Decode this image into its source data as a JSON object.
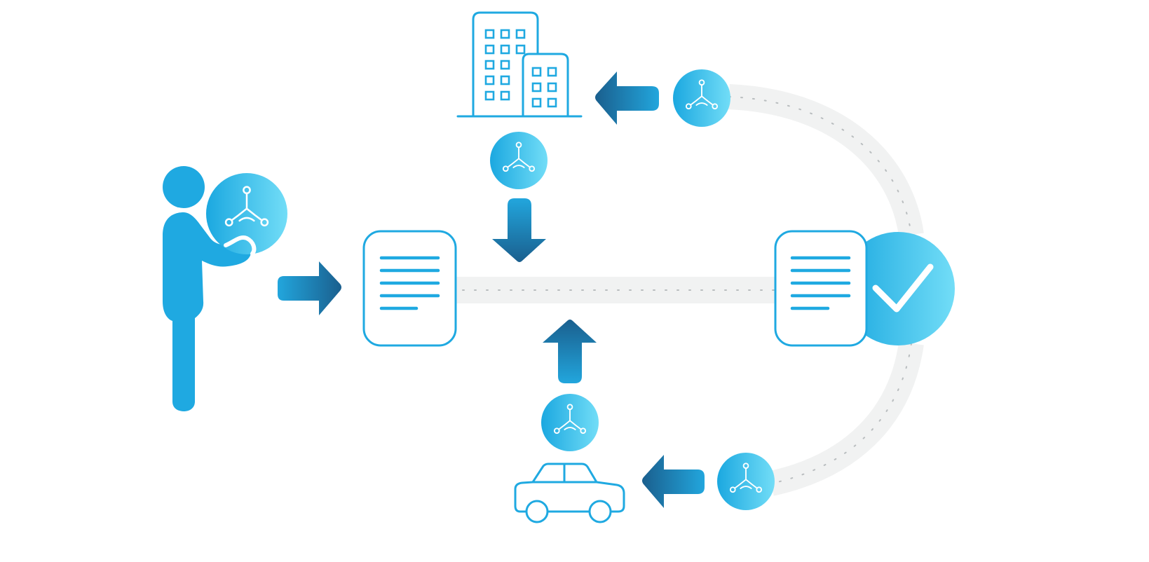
{
  "diagram": {
    "nodes": [
      {
        "id": "person",
        "icon": "person-with-token-icon"
      },
      {
        "id": "document-submitted",
        "icon": "document-icon"
      },
      {
        "id": "building",
        "icon": "office-building-icon"
      },
      {
        "id": "vehicle",
        "icon": "car-icon"
      },
      {
        "id": "document-verified",
        "icon": "document-icon"
      },
      {
        "id": "verified-check",
        "icon": "checkmark-icon"
      }
    ],
    "tokens": [
      {
        "id": "token-person",
        "icon": "network-nodes-icon"
      },
      {
        "id": "token-building",
        "icon": "network-nodes-icon"
      },
      {
        "id": "token-vehicle",
        "icon": "network-nodes-icon"
      },
      {
        "id": "token-top-right",
        "icon": "network-nodes-icon"
      },
      {
        "id": "token-bottom-right",
        "icon": "network-nodes-icon"
      }
    ],
    "edges": [
      {
        "from": "person",
        "to": "document-submitted",
        "icon": "arrow-right-icon"
      },
      {
        "from": "building",
        "to": "document-submitted",
        "icon": "arrow-down-icon"
      },
      {
        "from": "vehicle",
        "to": "document-submitted",
        "icon": "arrow-up-icon"
      },
      {
        "from": "document-submitted",
        "to": "document-verified",
        "style": "dotted-track"
      },
      {
        "from": "document-verified",
        "to": "building",
        "icon": "arrow-left-icon",
        "style": "curved-dotted-track"
      },
      {
        "from": "document-verified",
        "to": "vehicle",
        "icon": "arrow-left-icon",
        "style": "curved-dotted-track"
      }
    ],
    "colors": {
      "primary": "#1FA9E1",
      "gradient_start": "#1BA8E0",
      "gradient_end": "#72DDF7",
      "arrow_dark": "#1A5F8E",
      "arrow_light": "#22A6DD",
      "track": "#F1F2F2",
      "track_dots": "#B9BDBF",
      "background": "#FFFFFF"
    }
  }
}
